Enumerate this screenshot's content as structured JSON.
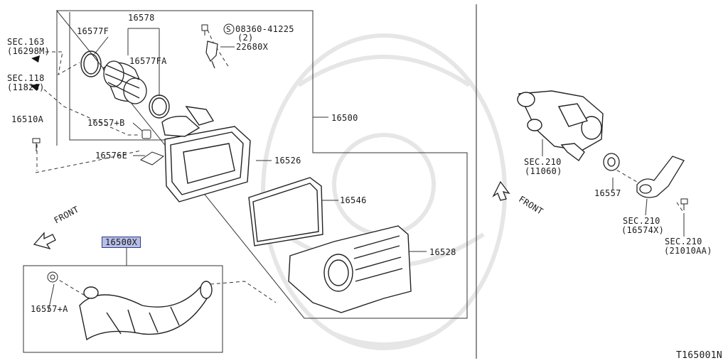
{
  "part_numbers": {
    "p16578": "16578",
    "p16577F": "16577F",
    "p16577FA": "16577FA",
    "p08360": "08360-41225",
    "p08360_qty": "(2)",
    "p22680X": "22680X",
    "p16500": "16500",
    "p16510A": "16510A",
    "p16557B": "16557+B",
    "p16576E": "16576E",
    "p16526": "16526",
    "p16546": "16546",
    "p16528": "16528",
    "p16500X": "16500X",
    "p16557A": "16557+A",
    "p16557": "16557"
  },
  "sections": {
    "sec163": "SEC.163",
    "sec163_ref": "(16298M)",
    "sec118": "SEC.118",
    "sec118_ref": "(11826)",
    "sec210a": "SEC.210",
    "sec210a_ref": "(11060)",
    "sec210b": "SEC.210",
    "sec210b_ref": "(16574X)",
    "sec210c": "SEC.210",
    "sec210c_ref": "(21010AA)"
  },
  "direction_label": "FRONT",
  "screw_symbol": "S",
  "reference_code": "T165001N",
  "highlight_color": "#b8bfe6"
}
